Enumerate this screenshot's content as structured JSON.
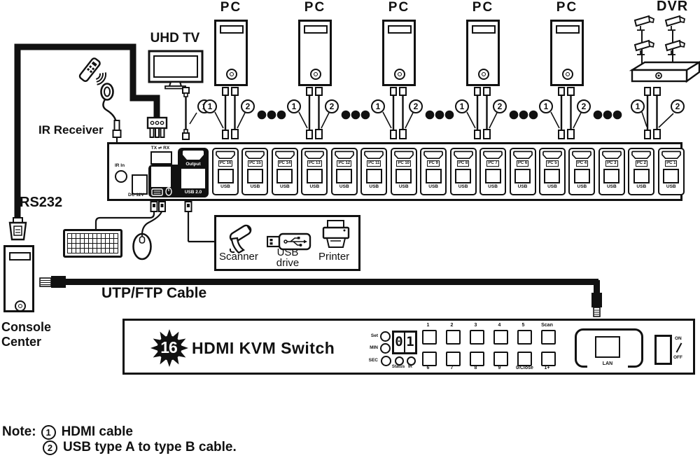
{
  "markers": {
    "hdmi": "1",
    "usb": "2"
  },
  "pc_towers": [
    "PC",
    "PC",
    "PC",
    "PC",
    "PC"
  ],
  "labels": {
    "uhd_tv": "UHD TV",
    "ir_receiver": "IR Receiver",
    "rs232": "RS232",
    "console_line1": "Console",
    "console_line2": "Center",
    "utp": "UTP/FTP Cable",
    "dvr": "DVR"
  },
  "peripherals": {
    "scanner": "Scanner",
    "usb_drive_line1": "USB",
    "usb_drive_line2": "drive",
    "printer": "Printer"
  },
  "rear_panel": {
    "ir_in": "IR In",
    "tx_rx": "TX ⇌ RX",
    "dc_12v": "DC 12V",
    "output": "Output",
    "usb_2_0": "USB 2.0",
    "usb_label": "USB",
    "ports": [
      "PC 16",
      "PC 15",
      "PC 14",
      "PC 13",
      "PC 12",
      "PC 11",
      "PC 10",
      "PC 9",
      "PC 8",
      "PC 7",
      "PC 6",
      "PC 5",
      "PC 4",
      "PC 3",
      "PC 2",
      "PC 1"
    ]
  },
  "front_panel": {
    "logo_number": "16",
    "title": "HDMI KVM Switch",
    "set": "Set",
    "min": "MIN",
    "sec": "SEC",
    "display_digits": [
      "0",
      "1"
    ],
    "status": "Status",
    "ir": "IR",
    "buttons_top": [
      "1",
      "2",
      "3",
      "4",
      "5",
      "Scan"
    ],
    "buttons_bottom": [
      "6",
      "7",
      "8",
      "9",
      "0/Close",
      "1+"
    ],
    "lan": "LAN",
    "on": "ON",
    "off": "OFF"
  },
  "note": {
    "prefix": "Note:",
    "item1": "HDMI  cable",
    "item2": "USB  type A to type B cable."
  }
}
